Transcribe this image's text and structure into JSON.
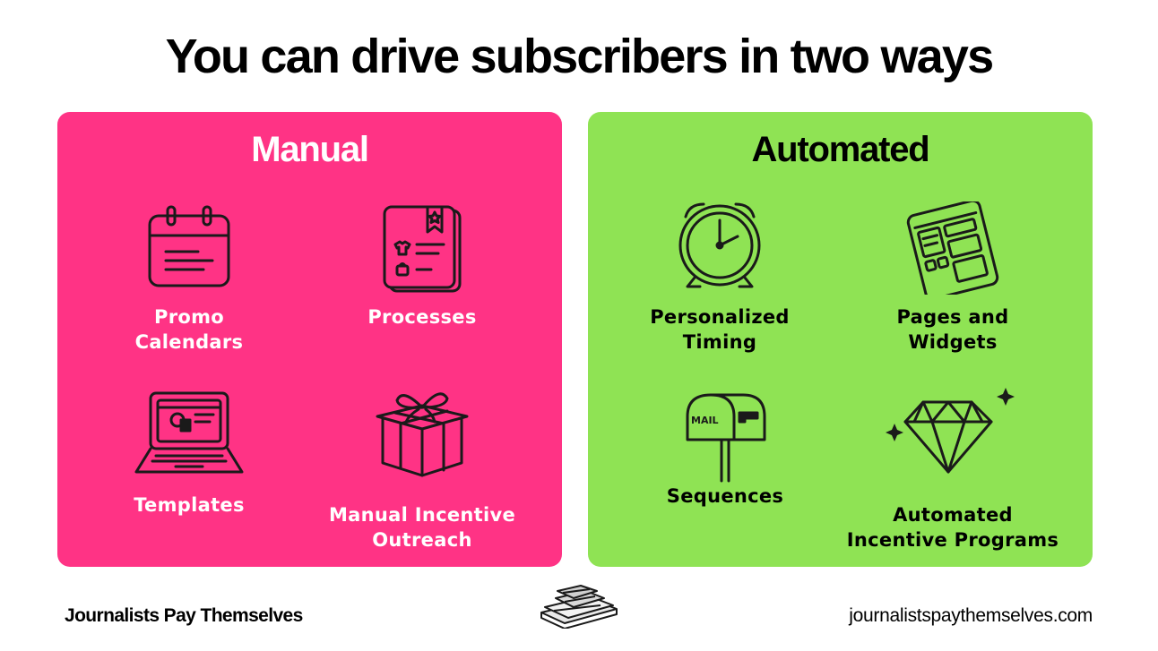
{
  "title": "You can drive subscribers in two ways",
  "manual": {
    "heading": "Manual",
    "color": "#FF3385",
    "items": [
      {
        "label_1": "Promo",
        "label_2": "Calendars",
        "icon": "calendar-icon"
      },
      {
        "label_1": "Processes",
        "label_2": "",
        "icon": "clipboard-icon"
      },
      {
        "label_1": "Templates",
        "label_2": "",
        "icon": "laptop-icon"
      },
      {
        "label_1": "Manual Incentive",
        "label_2": "Outreach",
        "icon": "gift-icon"
      }
    ]
  },
  "automated": {
    "heading": "Automated",
    "color": "#8FE354",
    "items": [
      {
        "label_1": "Personalized",
        "label_2": "Timing",
        "icon": "alarm-clock-icon"
      },
      {
        "label_1": "Pages and",
        "label_2": "Widgets",
        "icon": "tablet-widgets-icon"
      },
      {
        "label_1": "Sequences",
        "label_2": "",
        "icon": "mailbox-icon",
        "mailbox_text": "MAIL"
      },
      {
        "label_1": "Automated",
        "label_2": "Incentive Programs",
        "icon": "diamond-icon"
      }
    ]
  },
  "footer": {
    "brand": "Journalists Pay Themselves",
    "url": "journalistspaythemselves.com",
    "logo_icon": "money-stack-icon"
  }
}
